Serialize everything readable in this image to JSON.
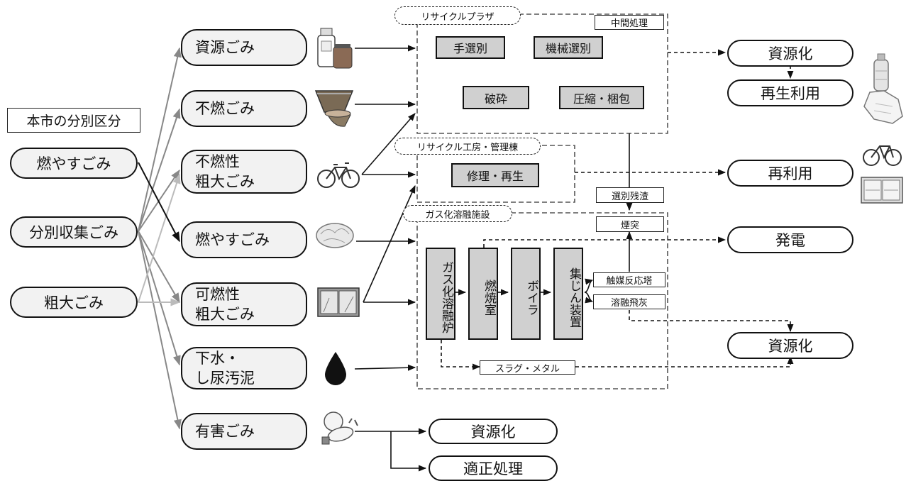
{
  "title": "本市の分別区分",
  "sources": [
    {
      "key": "moyasu",
      "label": "燃やすごみ"
    },
    {
      "key": "bunbetsu",
      "label": "分別収集ごみ"
    },
    {
      "key": "sodai",
      "label": "粗大ごみ"
    }
  ],
  "categories": [
    {
      "label": "資源ごみ",
      "icon": "bottles-icon"
    },
    {
      "label": "不燃ごみ",
      "icon": "pottery-icon"
    },
    {
      "label": "不燃性\n粗大ごみ",
      "icon": "bicycle-icon"
    },
    {
      "label": "燃やすごみ",
      "icon": "garbage-icon"
    },
    {
      "label": "可燃性\n粗大ごみ",
      "icon": "cabinet-icon"
    },
    {
      "label": "下水・\nし尿汚泥",
      "icon": "drop-icon"
    },
    {
      "label": "有害ごみ",
      "icon": "bulbs-icon"
    }
  ],
  "facilities": {
    "recycle_plaza": {
      "label": "リサイクルプラザ",
      "tag": "中間処理",
      "processes": [
        "手選別",
        "機械選別",
        "破砕",
        "圧縮・梱包"
      ]
    },
    "workshop": {
      "label": "リサイクル工房・管理棟",
      "process": "修理・再生"
    },
    "melting": {
      "label": "ガス化溶融施設",
      "units": [
        "ガス化溶融炉",
        "燃焼室",
        "ボイラ",
        "集じん装置"
      ],
      "chimney": "煙突",
      "catalyst": "触媒反応塔",
      "fly_ash": "溶融飛灰",
      "slag": "スラグ・メタル"
    },
    "residue_label": "選別残渣"
  },
  "outputs": {
    "shigenka": "資源化",
    "saisei": "再生利用",
    "sairiyo": "再利用",
    "hatsuden": "発電",
    "shigenka2": "資源化",
    "hazard_shigenka": "資源化",
    "tekisei": "適正処理"
  },
  "side_icons": [
    "pet-bottle-icon",
    "sweater-icon",
    "bicycle-icon",
    "refrigerator-icon"
  ]
}
